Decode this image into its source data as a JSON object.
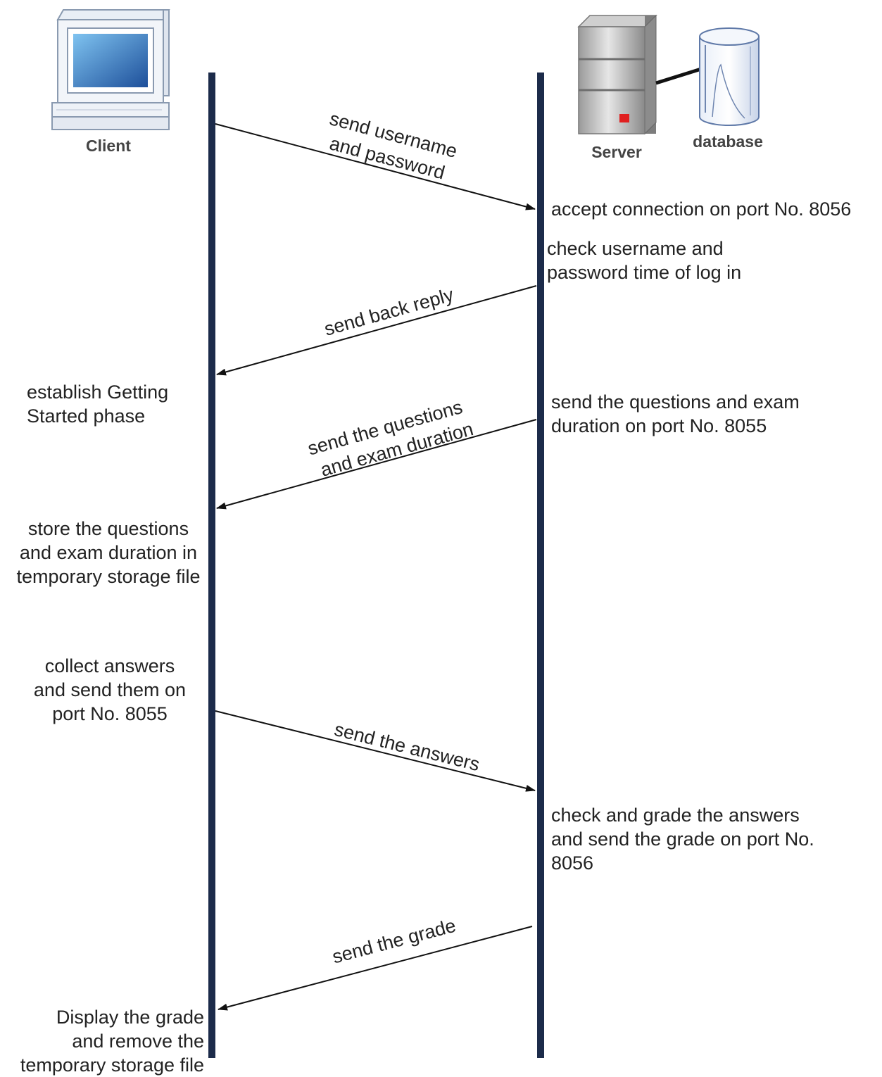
{
  "actors": {
    "client": {
      "label": "Client",
      "icon": "computer-icon"
    },
    "server": {
      "label": "Server",
      "icon": "server-icon"
    },
    "database": {
      "label": "database",
      "icon": "database-icon"
    }
  },
  "colors": {
    "lifeline": "#1c2b4a",
    "arrow": "#111111",
    "server_led": "#e02020",
    "screen": "#3a7fcf"
  },
  "messages": [
    {
      "id": "m1",
      "direction": "client-to-server",
      "lines": [
        "send username",
        "and password"
      ]
    },
    {
      "id": "m2",
      "direction": "server-to-client",
      "lines": [
        "send back reply"
      ]
    },
    {
      "id": "m3",
      "direction": "server-to-client",
      "lines": [
        "send the questions",
        "and exam duration"
      ]
    },
    {
      "id": "m4",
      "direction": "client-to-server",
      "lines": [
        "send the answers"
      ]
    },
    {
      "id": "m5",
      "direction": "server-to-client",
      "lines": [
        "send the grade"
      ]
    }
  ],
  "server_notes": {
    "accept": "accept connection on port No. 8056",
    "check": "check username and\npassword time of log in",
    "send_questions": "send the questions and exam\nduration on port No. 8055",
    "grade": "check and grade the answers\nand send the grade on port No.\n8056"
  },
  "client_notes": {
    "establish": "establish Getting\nStarted phase",
    "store": "store the questions\nand exam duration in\ntemporary storage file",
    "collect": "collect answers\nand send them on\nport No. 8055",
    "display": "Display the grade\nand remove the\ntemporary storage file"
  }
}
